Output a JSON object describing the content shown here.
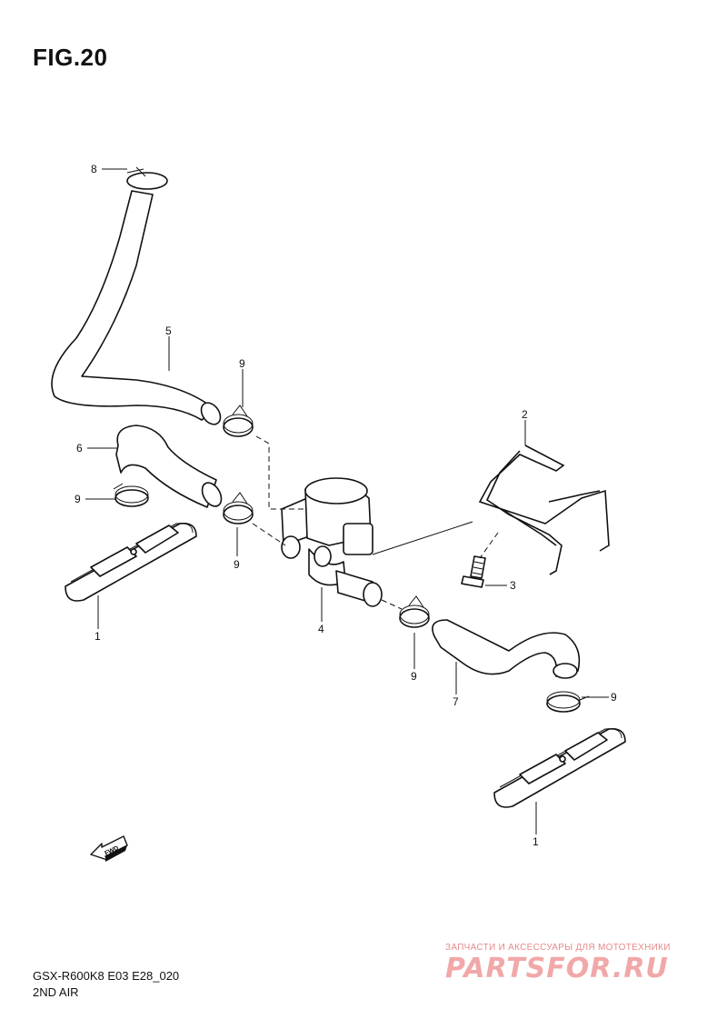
{
  "figure": {
    "title": "FIG.20"
  },
  "callouts": {
    "c8": "8",
    "c5": "5",
    "c9a": "9",
    "c6": "6",
    "c9b": "9",
    "c9c": "9",
    "c1a": "1",
    "c4": "4",
    "c2": "2",
    "c3": "3",
    "c9d": "9",
    "c7": "7",
    "c9e": "9",
    "c1b": "1"
  },
  "fwd_label": "FWD",
  "watermark": {
    "tagline": "ЗАПЧАСТИ И АКСЕССУАРЫ ДЛЯ МОТОТЕХНИКИ",
    "logo": "PARTSFOR.RU"
  },
  "footer": {
    "model_code": "GSX-R600K8 E03 E28_020",
    "section_name": "2ND AIR"
  }
}
